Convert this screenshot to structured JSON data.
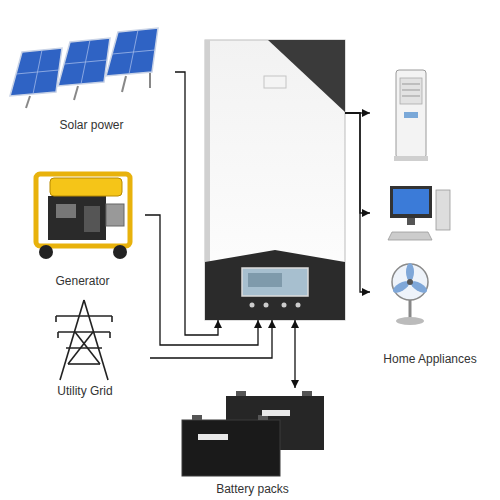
{
  "diagram": {
    "nodes": [
      {
        "text": [
          "Solar power"
        ]
      },
      {
        "text": [
          "Generator"
        ]
      },
      {
        "text": [
          "Utility Grid"
        ]
      },
      {
        "text": []
      },
      {
        "text": [
          "Battery packs"
        ]
      },
      {
        "text": [
          "Home Appliances"
        ]
      }
    ],
    "edges": [
      {
        "from": 0,
        "to": 3,
        "arrow": "to"
      },
      {
        "from": 1,
        "to": 3,
        "arrow": "to"
      },
      {
        "from": 2,
        "to": 3,
        "arrow": "to"
      },
      {
        "from": 3,
        "to": 4,
        "arrow": "both"
      },
      {
        "from": 3,
        "to": 5,
        "arrow": "to"
      },
      {
        "from": 3,
        "to": 5,
        "arrow": "to"
      },
      {
        "from": 3,
        "to": 5,
        "arrow": "to"
      }
    ]
  }
}
